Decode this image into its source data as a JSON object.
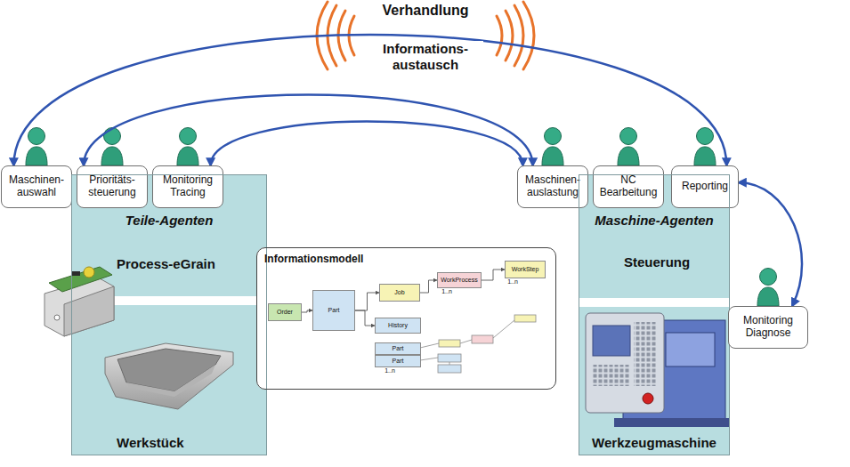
{
  "diagram": {
    "nodes": [
      {
        "text": [
          "Maschinen- auswahl"
        ]
      },
      {
        "text": [
          "Prioritäts- steuerung"
        ]
      },
      {
        "text": [
          "Monitoring Tracing"
        ]
      },
      {
        "text": [
          "Maschinen- auslastung"
        ]
      },
      {
        "text": [
          "NC Bearbeitung"
        ]
      },
      {
        "text": [
          "Reporting"
        ]
      },
      {
        "text": [
          "Teile-Agenten",
          "Process-eGrain",
          "Werkstück"
        ]
      },
      {
        "text": [
          "Informationsmodell"
        ]
      },
      {
        "text": [
          "Order"
        ],
        "in": 7
      },
      {
        "text": [
          "Part"
        ],
        "in": 7
      },
      {
        "text": [
          "Job"
        ],
        "in": 7
      },
      {
        "text": [
          "WorkProcess"
        ],
        "in": 7
      },
      {
        "text": [
          "WorkStep"
        ],
        "in": 7
      },
      {
        "text": [
          "History"
        ],
        "in": 7
      },
      {
        "text": [
          "Part"
        ],
        "in": 7
      },
      {
        "text": [
          "Part"
        ],
        "in": 7
      },
      {
        "text": [
          "Maschine-Agenten",
          "Steuerung",
          "Werkzeugmaschine"
        ]
      },
      {
        "text": [
          "Monitoring Diagnose"
        ]
      }
    ],
    "edges": [
      {
        "from": 0,
        "to": 5,
        "arrow": "both"
      },
      {
        "from": 1,
        "to": 3,
        "arrow": "both"
      },
      {
        "from": 2,
        "to": 3,
        "arrow": "both"
      },
      {
        "from": 5,
        "to": 17,
        "arrow": "both"
      },
      {
        "from": 8,
        "to": 9,
        "arrow": "to"
      },
      {
        "from": 9,
        "to": 10,
        "arrow": "to"
      },
      {
        "from": 9,
        "to": 13,
        "arrow": "to"
      },
      {
        "from": 10,
        "to": 11,
        "arrow": "to"
      },
      {
        "from": 11,
        "to": 12,
        "arrow": "to"
      }
    ],
    "labels": [
      "Verhandlung",
      "Informations- austausch",
      "1..n",
      "1..n",
      "1..n"
    ]
  }
}
